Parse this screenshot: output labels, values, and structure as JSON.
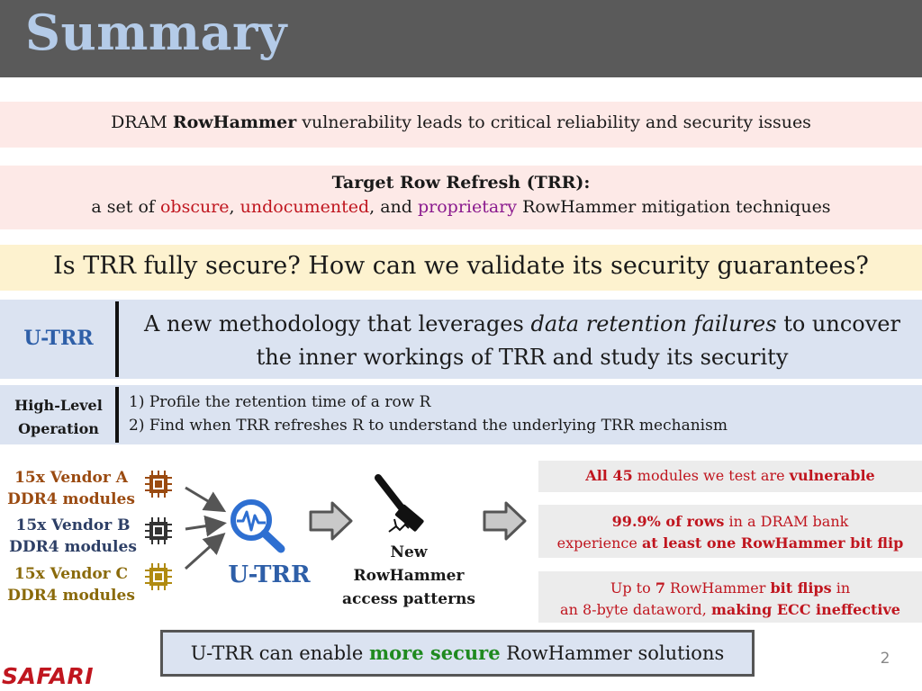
{
  "title": "Summary",
  "intro": {
    "pre": "DRAM ",
    "bold": "RowHammer",
    "post": " vulnerability leads to critical reliability and security issues"
  },
  "trr": {
    "heading": "Target Row Refresh (TRR):",
    "pre": "a set of ",
    "word1": "obscure",
    "sep1": ", ",
    "word2": "undocumented",
    "sep2": ", and ",
    "word3": "proprietary",
    "post": " RowHammer mitigation techniques"
  },
  "question": "Is TRR fully secure? How can we validate its security guarantees?",
  "utrr_row": {
    "label": "U-TRR",
    "pre": "A new methodology that leverages ",
    "em": "data retention failures",
    "post": " to uncover the inner workings of TRR and study its security"
  },
  "operation": {
    "label_line1": "High-Level",
    "label_line2": "Operation",
    "steps": [
      "1)  Profile the retention time of a row R",
      "2)  Find when TRR refreshes R to understand the underlying TRR mechanism"
    ]
  },
  "vendors": [
    {
      "line1": "15x Vendor A",
      "line2": "DDR4 modules",
      "color": "#9a4a10"
    },
    {
      "line1": "15x Vendor B",
      "line2": "DDR4 modules",
      "color": "#2d3f66"
    },
    {
      "line1": "15x Vendor C",
      "line2": "DDR4 modules",
      "color": "#8a6a0a"
    }
  ],
  "diagram": {
    "utrr_label": "U-TRR",
    "new_patterns": [
      "New",
      "RowHammer",
      "access patterns"
    ]
  },
  "results": {
    "r1": {
      "pre": "All ",
      "num": "45",
      "mid": " modules we test are ",
      "bold": "vulnerable"
    },
    "r2": {
      "bold1": "99.9% of rows",
      "mid": " in a DRAM bank",
      "pre2": "experience ",
      "bold2": "at least one RowHammer bit flip"
    },
    "r3": {
      "pre": "Up to ",
      "num": "7",
      "mid": " RowHammer ",
      "bold": "bit flips",
      "post": " in",
      "pre2": "an 8-byte dataword, ",
      "bold2": "making ECC ineffective"
    }
  },
  "conclusion": {
    "pre": "U-TRR can enable ",
    "highlight": "more secure",
    "post": " RowHammer solutions"
  },
  "page_number": "2",
  "logo": "SAFARI",
  "colors": {
    "title_bg": "#5a5a5a",
    "title_text": "#b4cbe8",
    "accent_blue": "#2e5fa8",
    "accent_red": "#c0161f",
    "accent_green": "#1f8a1f"
  }
}
